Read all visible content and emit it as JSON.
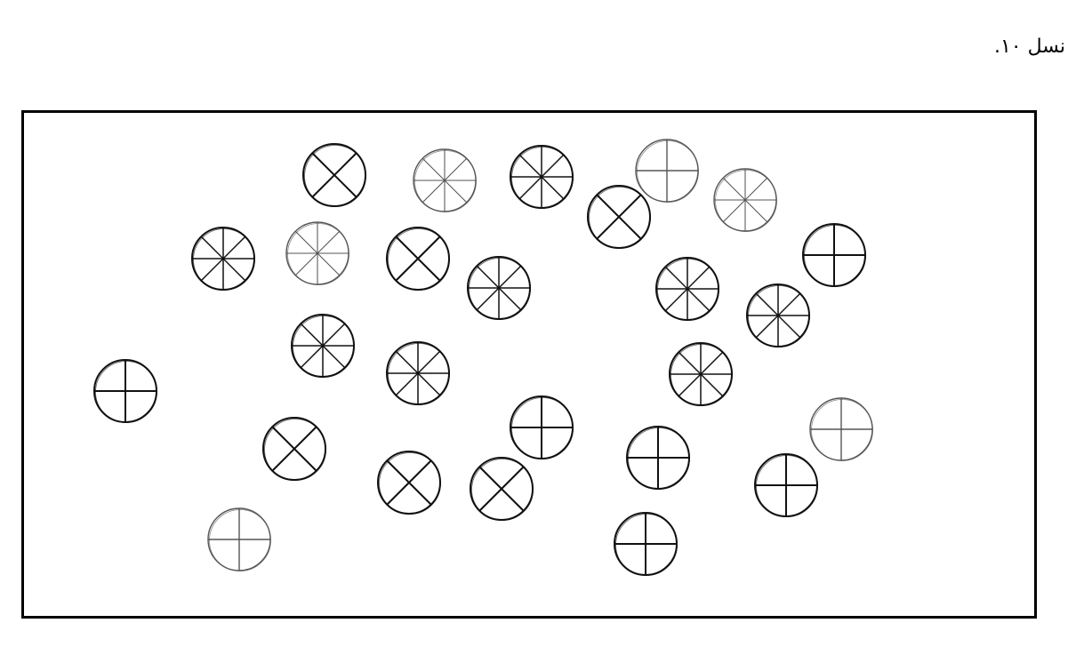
{
  "caption": "نسل ۱۰.",
  "diagram": {
    "items": [
      {
        "type": "x",
        "tone": "dark"
      },
      {
        "type": "star",
        "tone": "light"
      },
      {
        "type": "star",
        "tone": "dark"
      },
      {
        "type": "x",
        "tone": "dark"
      },
      {
        "type": "plus",
        "tone": "light"
      },
      {
        "type": "star",
        "tone": "light"
      },
      {
        "type": "star",
        "tone": "dark"
      },
      {
        "type": "star",
        "tone": "light"
      },
      {
        "type": "x",
        "tone": "dark"
      },
      {
        "type": "star",
        "tone": "dark"
      },
      {
        "type": "star",
        "tone": "dark"
      },
      {
        "type": "plus",
        "tone": "dark"
      },
      {
        "type": "star",
        "tone": "dark"
      },
      {
        "type": "star",
        "tone": "dark"
      },
      {
        "type": "star",
        "tone": "dark"
      },
      {
        "type": "star",
        "tone": "dark"
      },
      {
        "type": "plus",
        "tone": "dark"
      },
      {
        "type": "x",
        "tone": "dark"
      },
      {
        "type": "plus",
        "tone": "dark"
      },
      {
        "type": "plus",
        "tone": "dark"
      },
      {
        "type": "plus",
        "tone": "light"
      },
      {
        "type": "x",
        "tone": "dark"
      },
      {
        "type": "x",
        "tone": "dark"
      },
      {
        "type": "plus",
        "tone": "dark"
      },
      {
        "type": "plus",
        "tone": "light"
      },
      {
        "type": "plus",
        "tone": "dark"
      }
    ],
    "colors": {
      "dark": "#111111",
      "light": "#555555",
      "frame": "#000000"
    }
  }
}
